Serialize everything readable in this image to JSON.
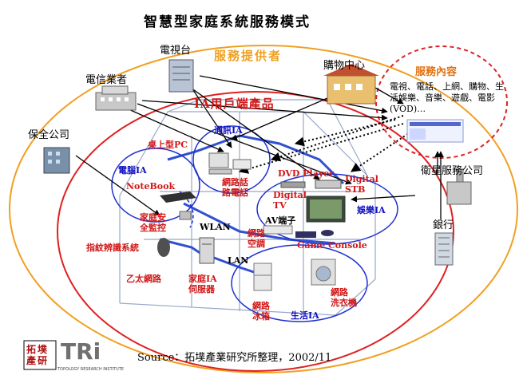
{
  "title": "智慧型家庭系統服務模式",
  "provider_label": "服務提供者",
  "user_products_label": "IA用戶端產品",
  "service_content": {
    "title": "服務內容",
    "body": "電視、電話、上網、購物、生活娛樂、音樂、遊戲、電影(VOD)…"
  },
  "actors": {
    "tv_station": "電視台",
    "telecom": "電信業者",
    "shopping": "購物中心",
    "security_company": "保全公司",
    "satellite": "衛星服務公司",
    "bank": "銀行"
  },
  "devices": {
    "comm_ia": "通訊IA",
    "desktop_pc": "桌上型PC",
    "pc_ia": "電腦IA",
    "notebook": "NoteBook",
    "net_phone": "網路話\n路電話",
    "dvd_player": "DVD Player",
    "digital_stb": "Digital\nSTB",
    "digital_tv": "Digital\nTV",
    "entertainment_ia": "娛樂IA",
    "av_terminal": "AV端子",
    "game_console": "Game Console",
    "home_security": "家庭安\n全監控",
    "wlan": "WLAN",
    "net_aircon": "網路\n空調",
    "fingerprint": "指紋辨識系統",
    "lan": "LAN",
    "ethernet": "乙太網路",
    "home_server": "家庭IA\n伺服器",
    "net_fridge": "網路\n冰箱",
    "living_ia": "生活IA",
    "net_washer": "網路\n洗衣機"
  },
  "footer": {
    "logo_text": "拓墣產研",
    "logo_brand": "TRi",
    "logo_sub": "TOPOLOGY RESEARCH INSTITUTE",
    "source": "Source：拓墣產業研究所整理，2002/11"
  },
  "colors": {
    "orange": "#f0a020",
    "red": "#d01818",
    "blue": "#1010c0",
    "house_blue": "#3050d0"
  }
}
